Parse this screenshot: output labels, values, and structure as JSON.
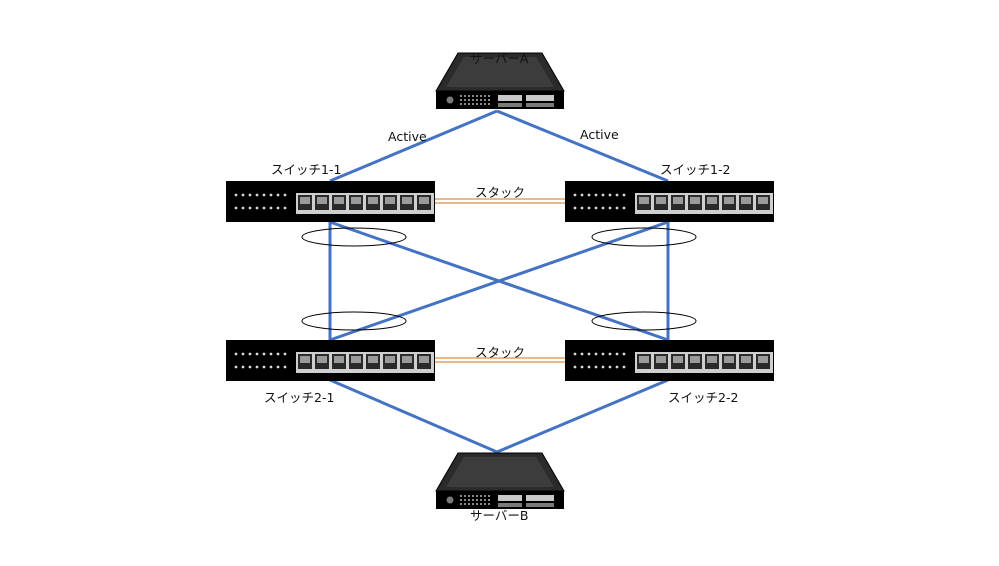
{
  "servers": {
    "a": {
      "label": "サーバーA",
      "icon": "rack-server-icon"
    },
    "b": {
      "label": "サーバーB",
      "icon": "rack-server-icon"
    }
  },
  "switches": {
    "s11": {
      "label": "スイッチ1-1",
      "icon": "network-switch-icon"
    },
    "s12": {
      "label": "スイッチ1-2",
      "icon": "network-switch-icon"
    },
    "s21": {
      "label": "スイッチ2-1",
      "icon": "network-switch-icon"
    },
    "s22": {
      "label": "スイッチ2-2",
      "icon": "network-switch-icon"
    }
  },
  "links": {
    "active_left": "Active",
    "active_right": "Active",
    "stack_top": "スタック",
    "stack_bottom": "スタック"
  },
  "colors": {
    "link": "#4472c4",
    "stack": "#e6a064",
    "device": "#000000",
    "port": "#b0b0b0"
  }
}
